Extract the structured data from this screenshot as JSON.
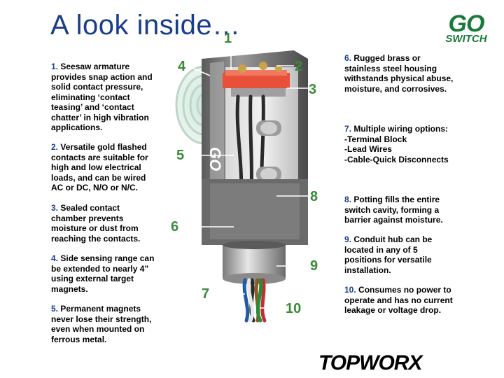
{
  "title": "A look inside…",
  "logo_go": {
    "go": "GO",
    "switch": "SWITCH"
  },
  "logo_brand": "TOPWORX",
  "features_left": [
    {
      "num": "1.",
      "text": "Seesaw armature provides snap action and solid contact pressure, eliminating ‘contact teasing’ and ‘contact chatter’ in high vibration applications."
    },
    {
      "num": "2.",
      "text": "Versatile gold flashed contacts are suitable for high and low electrical loads, and can be wired AC or DC, N/O or N/C."
    },
    {
      "num": "3.",
      "text": "Sealed contact chamber prevents moisture or dust from reaching the contacts."
    },
    {
      "num": "4.",
      "text": "Side sensing range can be extended to nearly 4” using external target magnets."
    },
    {
      "num": "5.",
      "text": "Permanent magnets never lose their strength, even when mounted on ferrous metal."
    }
  ],
  "features_right": [
    {
      "num": "6.",
      "text": "Rugged brass or stainless steel housing withstands physical abuse, moisture, and corrosives."
    },
    {
      "num": "7.",
      "text": "Multiple wiring options:\n-Terminal Block\n-Lead Wires\n-Cable-Quick Disconnects"
    },
    {
      "num": "8.",
      "text": "Potting fills the entire switch cavity, forming a barrier against moisture."
    },
    {
      "num": "9.",
      "text": "Conduit hub can be located in any of 5 positions for versatile installation."
    },
    {
      "num": "10.",
      "text": "Consumes no power to operate and has no current leakage or voltage drop."
    }
  ],
  "callouts": [
    "1",
    "2",
    "3",
    "4",
    "5",
    "6",
    "7",
    "8",
    "9",
    "10"
  ],
  "colors": {
    "title": "#1a3d8a",
    "number": "#1a3d8a",
    "callout": "#3a8a3a",
    "logo": "#1a7a3a",
    "housing": "#6e6e6e",
    "terminal": "#e8503a"
  }
}
